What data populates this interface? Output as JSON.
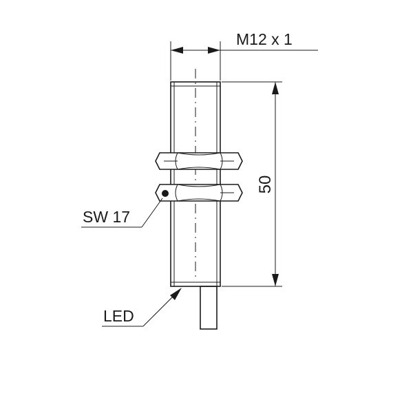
{
  "labels": {
    "thread": "M12 x 1",
    "length": "50",
    "wrench_size": "SW 17",
    "led": "LED"
  }
}
